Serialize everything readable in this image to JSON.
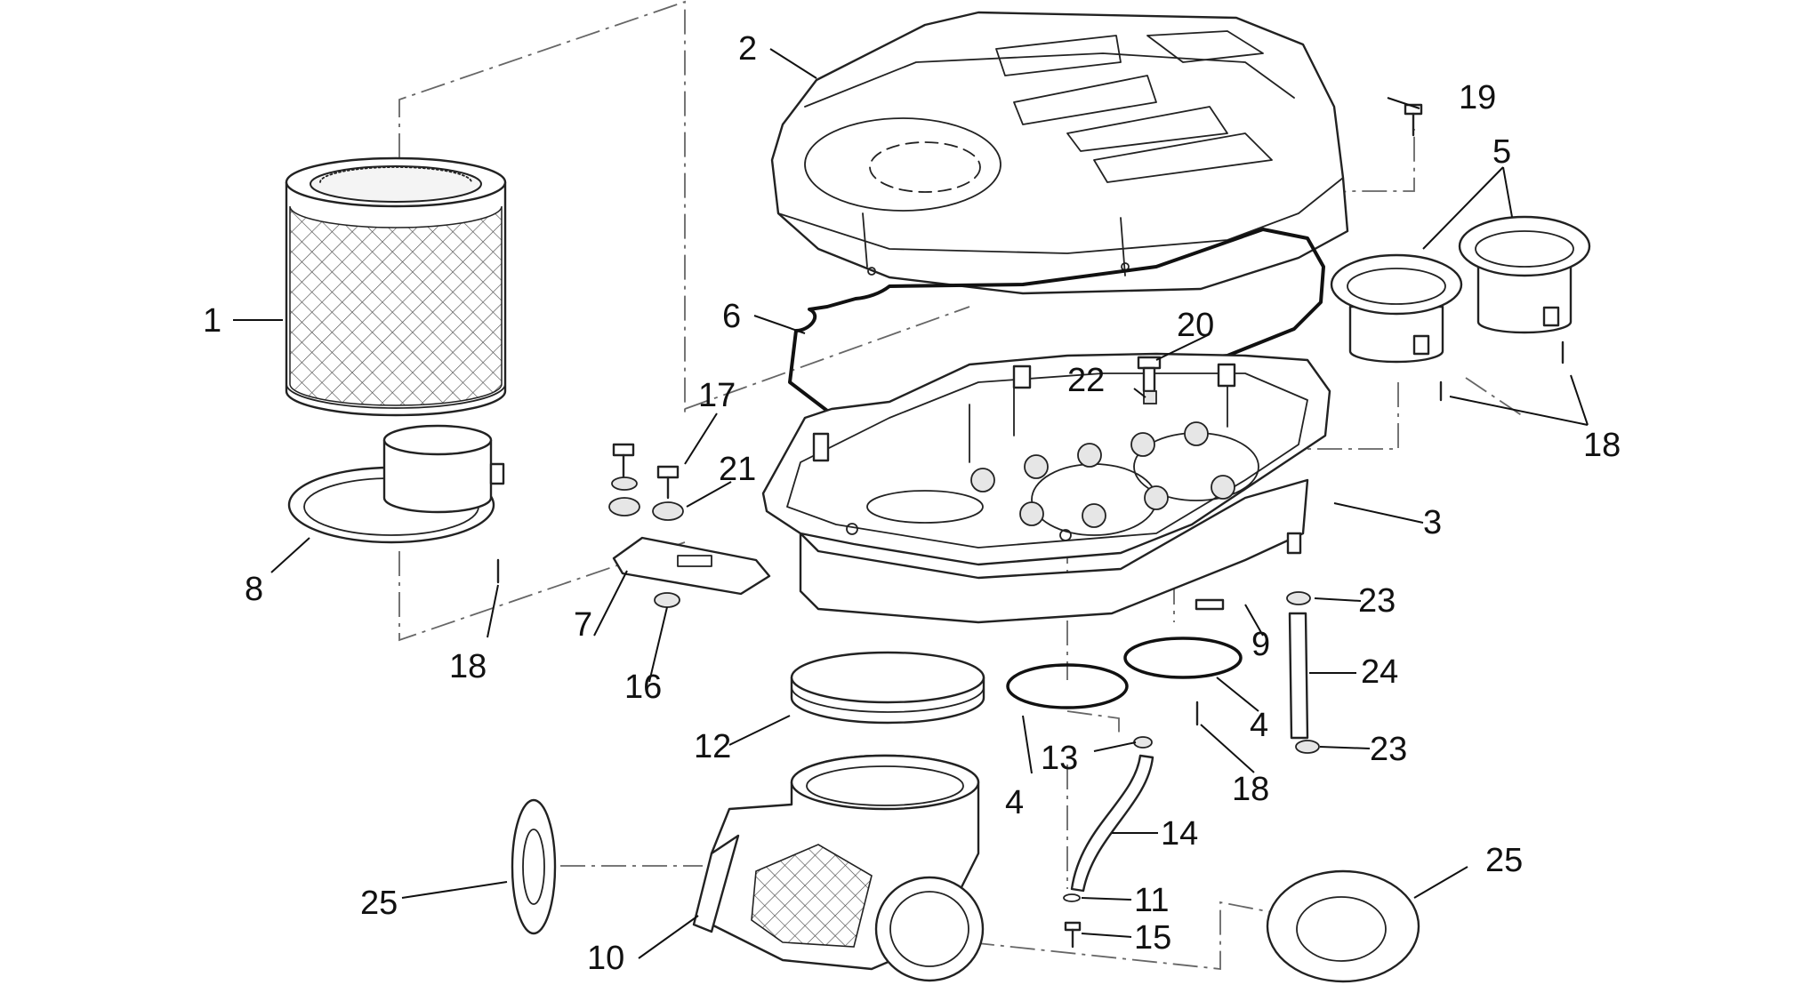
{
  "callouts": [
    {
      "id": "c1",
      "label": "1"
    },
    {
      "id": "c2",
      "label": "2"
    },
    {
      "id": "c3",
      "label": "3"
    },
    {
      "id": "c4a",
      "label": "4"
    },
    {
      "id": "c4b",
      "label": "4"
    },
    {
      "id": "c5",
      "label": "5"
    },
    {
      "id": "c6",
      "label": "6"
    },
    {
      "id": "c7",
      "label": "7"
    },
    {
      "id": "c8",
      "label": "8"
    },
    {
      "id": "c9",
      "label": "9"
    },
    {
      "id": "c10",
      "label": "10"
    },
    {
      "id": "c11",
      "label": "11"
    },
    {
      "id": "c12",
      "label": "12"
    },
    {
      "id": "c13",
      "label": "13"
    },
    {
      "id": "c14",
      "label": "14"
    },
    {
      "id": "c15",
      "label": "15"
    },
    {
      "id": "c16",
      "label": "16"
    },
    {
      "id": "c17",
      "label": "17"
    },
    {
      "id": "c18a",
      "label": "18"
    },
    {
      "id": "c18b",
      "label": "18"
    },
    {
      "id": "c18c",
      "label": "18"
    },
    {
      "id": "c19",
      "label": "19"
    },
    {
      "id": "c20",
      "label": "20"
    },
    {
      "id": "c21",
      "label": "21"
    },
    {
      "id": "c22",
      "label": "22"
    },
    {
      "id": "c23a",
      "label": "23"
    },
    {
      "id": "c23b",
      "label": "23"
    },
    {
      "id": "c24",
      "label": "24"
    },
    {
      "id": "c25a",
      "label": "25"
    },
    {
      "id": "c25b",
      "label": "25"
    }
  ]
}
